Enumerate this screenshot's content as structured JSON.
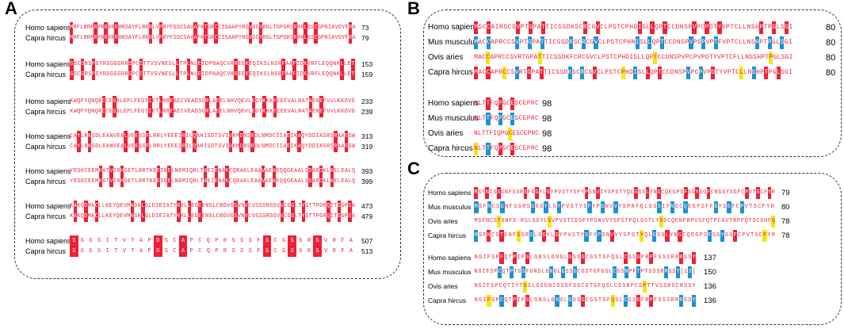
{
  "figure": {
    "panels": [
      {
        "letter": "A",
        "blocks": [
          {
            "rows": [
              {
                "name": "Homo sapiens",
                "seq": "MMFLRRPRPRRRRRRRSAYFLRRRLVPRYFSSCSAVAFKTGRCCISAAPYRGVSCYRGLTGPGRSRRRLGSCGPRIAVGYFRA",
                "end": "73"
              },
              {
                "name": "Capra hircus",
                "seq": "MMFLRRPRPRRRRRRRSAYFLRRRLVPRYFSSCSAVAFKTGRCCISAAPYRGVSCYRGLTGPGRSRRRLGSCGPRIAVGYFRA",
                "end": "79"
              }
            ]
          },
          {
            "rows": [
              {
                "name": "Homo sapiens",
                "seq": "GSCGRSPGYRSGGGRRSPCITTVSVNESLLTPLNLEIDPNAQCVKREEKEQIKSLNSRFAAFIDKVRFLEQQNKLLET",
                "end": "153"
              },
              {
                "name": "Capra hircus",
                "seq": "GSCGRSPGYRSGGGRRSPCITTVSVNESLLTPLNLEIDPNAQCVKREEKEQIKSLNSRFAAFIDKVRFLEQQNKLLET",
                "end": "159"
              }
            ]
          },
          {
            "rows": [
              {
                "name": "Homo sapiens",
                "seq": "KWQFYQNQRCCESNLEPLFEGYIETLRREAECVEADSGRLASELNHVQEVLEGYKKKYEEEVALRATAENEFVVLKKDVD",
                "end": "233"
              },
              {
                "name": "Capra hircus",
                "seq": "KWQFYQNQRCCESNLEPLFEGYIETLRREAECVEADSGRLASELNHVQEVLEGYKKKYEEEVALRATAENEFVVLKKDVD",
                "end": "239"
              }
            ]
          },
          {
            "rows": [
              {
                "name": "Homo sapiens",
                "seq": "CAYLRKSDLEANVEALVEESSFLRRLYEEEIRILQAHISDTSVIVKMDNSRDLNMDCIIAEIKAQYDDIASRSRAAESW",
                "end": "313"
              },
              {
                "name": "Capra hircus",
                "seq": "CAYLRKSDLEANVEALVEESSFLRRLYEEEIRILQAHISDTSVIVKMDNSRDLNMDCIIAEIKAQYDDIASRSRAAESW",
                "end": "319"
              }
            ]
          },
          {
            "rows": [
              {
                "name": "Homo sapiens",
                "seq": "YRSKCEEMKATVIRHGETLRRTKEEINELNRMIQRLTAEIENAKCQRAKLEAAVAEAEQQGEAALSDARCKLAELEALQ",
                "end": "393"
              },
              {
                "name": "Capra hircus",
                "seq": "YRSKCEEMKATVIRHGETLRRTKEEINELNRMIQRLTAEIENAKCQRAKLEAAVAEAEQQGEAALSDARCKLAELEALQ",
                "end": "399"
              }
            ]
          },
          {
            "rows": [
              {
                "name": "Homo sapiens",
                "seq": "KAKQDMACLLKEYQEVMNSKLGLDIEIATYRRLLEGEENSLCBGVGSVNVCVSSSRGGVVCGGLTYSTTPGRQITSGPSA",
                "end": "473"
              },
              {
                "name": "Capra hircus",
                "seq": "KAKQDMACLLKEYQEVMNSKLGLDIEIATYRRLLEGEENSLCBGVGSVNVCVSSSRGGVVCGGLTYSTTPGRQITSGPSA",
                "end": "479"
              }
            ]
          },
          {
            "rows": [
              {
                "name": "Homo sapiens",
                "seq": "SGGSITVTAPDSCAPCQPRSSSFSCGSSRSVRFA",
                "end": "507"
              },
              {
                "name": "Capra hircus",
                "seq": "SGGSITVTAPDSCAPCQPRSSSFSCGSSRSVRFA",
                "end": "513"
              }
            ]
          }
        ]
      },
      {
        "letter": "B",
        "blocks": [
          {
            "rows": [
              {
                "name": "Homo sapiens",
                "seq": "MSCCAIRSCSVPTGPATTICSSDKSCRCGVCLPSTCPHDISLLQPTCCDNSPVPCPDTYVPTCLLNSHPTPGLSGI",
                "end": "80"
              },
              {
                "name": "Mus musculus",
                "seq": "MACCAPRCCSVPTGPATTICSSDKSCRCGVCLPSTCPHNISLLQPTCCDNSPVPSPVPTFVPTCLLNSHPTPGLSGI",
                "end": "80"
              },
              {
                "name": "Ovis aries",
                "seq": "MACCAPRCCSVRTGPATTICSSDKFCRCGVCLPSTCPHDISLLQPTCCDNSPVPCPVPDTYVPTCFLLNSSHPTPGLSGI",
                "end": "80"
              },
              {
                "name": "Capra hircus",
                "seq": "MACCAPRCCSVRTGPATTICSSDKSCRCGVCLPSTCPHDISLLQPTCCDNSPVPCPVPDTYVPTCLLNSHPTPGLSGI",
                "end": "80"
              }
            ]
          },
          {
            "rows": [
              {
                "name": "Homo sapiens",
                "seq": "NLTTFQPGCESCEPRC",
                "end": "98"
              },
              {
                "name": "Mus musculus",
                "seq": "NLTTFQPGCESCEPRC",
                "end": "98"
              },
              {
                "name": "Ovis aries",
                "seq": "NLTTFIQPGCESCEPRC",
                "end": "98"
              },
              {
                "name": "Capra hircus",
                "seq": "NLTTFQPGCESCEPRC",
                "end": "98"
              }
            ]
          }
        ]
      },
      {
        "letter": "C",
        "blocks": [
          {
            "rows": [
              {
                "name": "Homo sapiens",
                "seq": "MSYNCSSGNFSSRSFGGYLGYPVSTYSFYPSNVIYSPSTYQLGSSLYNGCQEGPSFSGYSGFCNGSYSGFCPVTSCFYR",
                "end": "79"
              },
              {
                "name": "Mus musculus",
                "seq": "MSFNCSGNFSSRSSGGYLGYPVSTYSFYPSNVVYSPNFQLGSSIYNGCQEGFSFFGYSGFCPVTSCFYR",
                "end": "80"
              },
              {
                "name": "Ovis aries",
                "seq": "MSFNCSTGNFS-RSLGGYLGVPVSTCDSFYPSNVVYSPSTPQLGSTLYSGCQENFRPVSFQTPCAVTRPFQTSCSHFQ",
                "end": "78"
              },
              {
                "name": "Capra hircus",
                "seq": "MSFNCSTGNFSSRSLGGYLGYPVSTYSFYPSNVVYSPSTYQLGSSLYNGCQEGPSFSGYSGFCPVTSCFYR",
                "end": "78"
              }
            ]
          },
          {
            "rows": [
              {
                "name": "Homo sapiens",
                "seq": "NGIFSPFQTPIFSLGNSLGNGLGSSGCGSTGFQSLCGSGFRPFSSSRRRSSY",
                "end": "137"
              },
              {
                "name": "Mus musculus",
                "seq": "NGIFSPCQTPTGSFGNSLGNGLGSSGCGSTGFGSLCGSNPFTPTSSSRRSSY[13]",
                "end": "150"
              },
              {
                "name": "Ovis aries",
                "seq": "NGIFSPCQTIYTGSLGSGNIGSGFSGCGTGFQSLCGSNPCSPTTVSSRSCRSSY",
                "end": "136"
              },
              {
                "name": "Capra hircus",
                "seq": "NGIFSPCQTPIFSLGNSLGNGLGSSGCGSTGFQSLCGSGFRPFSSSRRRSSY",
                "end": "136"
              }
            ]
          }
        ]
      }
    ]
  },
  "colors": {
    "residue_text": "#e8283f",
    "identical_highlight": "#ee1f36",
    "variant_highlight_blue": "#1e90d0",
    "variant_highlight_yellow": "#f4e70f",
    "box_border": "#333333"
  }
}
